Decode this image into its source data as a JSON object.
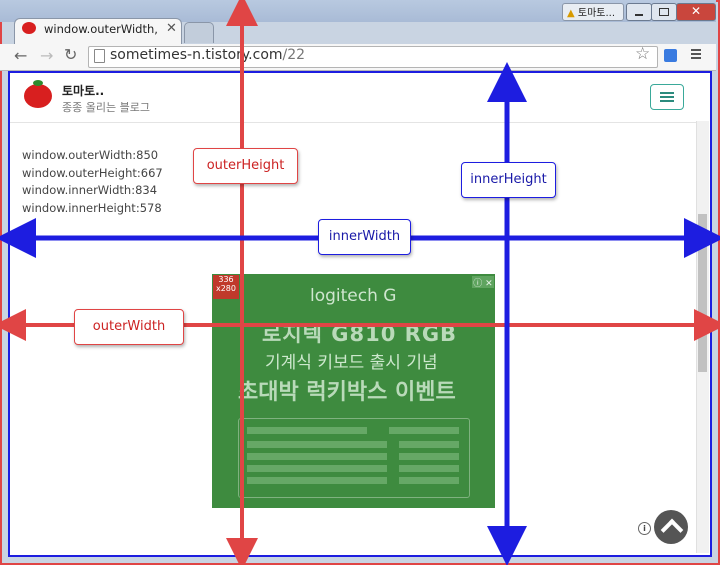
{
  "browser": {
    "tab_title": "window.outerWidth, window.",
    "tab_close": "✕",
    "user_badge": "토마토...",
    "url_host": "sometimes-n.tistory.com",
    "url_path": "/22"
  },
  "blog": {
    "title": "토마토..",
    "subtitle": "종종 올리는 블로그"
  },
  "info_lines": [
    "window.outerWidth:850",
    "window.outerHeight:667",
    "window.innerWidth:834",
    "window.innerHeight:578"
  ],
  "ad": {
    "tag": "336\nx280",
    "logo": "logitech G",
    "line1": "로지텍 G810 RGB",
    "line2": "기계식 키보드 출시 기념",
    "line3": "초대박 럭키박스 이벤트",
    "adchoices": "ⓘ ✕"
  },
  "annotations": {
    "outer_height": "outerHeight",
    "outer_width": "outerWidth",
    "inner_height": "innerHeight",
    "inner_width": "innerWidth"
  },
  "colors": {
    "outer": "#e04545",
    "inner": "#1d1de0",
    "ad_green": "#3e8b3f"
  },
  "icons": [
    "tomato-icon",
    "back-icon",
    "forward-icon",
    "reload-icon",
    "star-icon",
    "extension-icon",
    "chrome-menu-icon",
    "hamburger-icon",
    "info-icon",
    "chevron-up-icon"
  ]
}
